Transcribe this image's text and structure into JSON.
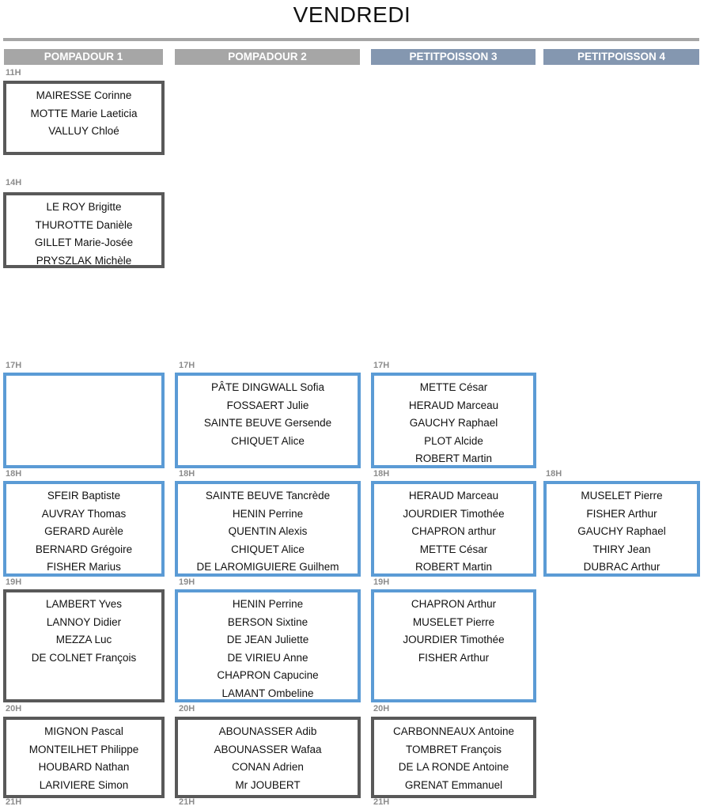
{
  "title": "VENDREDI",
  "columns": [
    "POMPADOUR 1",
    "POMPADOUR 2",
    "PETITPOISSON 3",
    "PETITPOISSON 4"
  ],
  "times": {
    "t11": "11H",
    "t14": "14H",
    "t17": "17H",
    "t18": "18H",
    "t19": "19H",
    "t20": "20H",
    "t21": "21H"
  },
  "colors": {
    "session_gray": "#595959",
    "session_blue": "#5b9bd5",
    "header_gray": "#a6a6a6",
    "header_blue": "#8497b0"
  },
  "sessions": {
    "p1_11h": [
      "MAIRESSE Corinne",
      "MOTTE Marie Laeticia",
      "VALLUY Chloé"
    ],
    "p1_14h": [
      "LE ROY Brigitte",
      "THUROTTE Danièle",
      "GILLET Marie-Josée",
      "PRYSZLAK Michèle"
    ],
    "p1_17h": [],
    "p2_17h": [
      "PÂTE DINGWALL Sofia",
      "FOSSAERT Julie",
      "SAINTE BEUVE Gersende",
      "CHIQUET Alice"
    ],
    "p3_17h": [
      "METTE César",
      "HERAUD Marceau",
      "GAUCHY Raphael",
      "PLOT Alcide",
      "ROBERT Martin"
    ],
    "p1_18h": [
      "SFEIR Baptiste",
      "AUVRAY Thomas",
      "GERARD Aurèle",
      "BERNARD Grégoire",
      "FISHER Marius"
    ],
    "p2_18h": [
      "SAINTE BEUVE Tancrède",
      "HENIN Perrine",
      "QUENTIN Alexis",
      "CHIQUET Alice",
      "DE LAROMIGUIERE Guilhem"
    ],
    "p3_18h": [
      "HERAUD Marceau",
      "JOURDIER Timothée",
      "CHAPRON arthur",
      "METTE César",
      "ROBERT Martin"
    ],
    "p4_18h": [
      "MUSELET Pierre",
      "FISHER Arthur",
      "GAUCHY Raphael",
      "THIRY Jean",
      "DUBRAC Arthur"
    ],
    "p1_19h": [
      "LAMBERT Yves",
      "LANNOY Didier",
      "MEZZA Luc",
      "DE COLNET François"
    ],
    "p2_19h": [
      "HENIN Perrine",
      "BERSON Sixtine",
      "DE JEAN Juliette",
      "DE VIRIEU Anne",
      "CHAPRON Capucine",
      "LAMANT Ombeline"
    ],
    "p3_19h": [
      "CHAPRON Arthur",
      "MUSELET Pierre",
      "JOURDIER Timothée",
      "FISHER Arthur"
    ],
    "p1_20h": [
      "MIGNON Pascal",
      "MONTEILHET Philippe",
      "HOUBARD Nathan",
      "LARIVIERE Simon"
    ],
    "p2_20h": [
      "ABOUNASSER Adib",
      "ABOUNASSER Wafaa",
      "CONAN Adrien",
      "Mr JOUBERT"
    ],
    "p3_20h": [
      "CARBONNEAUX Antoine",
      "TOMBRET François",
      "DE LA RONDE Antoine",
      "GRENAT Emmanuel"
    ]
  }
}
